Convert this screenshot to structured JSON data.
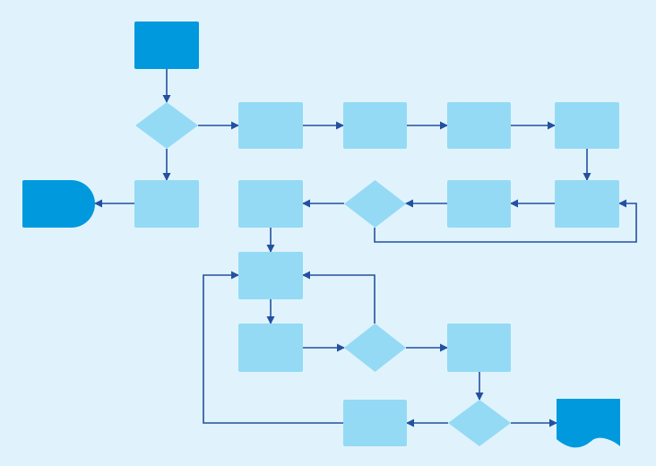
{
  "diagram": {
    "type": "flowchart",
    "colors": {
      "background": "#E0F3FC",
      "process_fill": "#94DAF5",
      "terminal_fill": "#0099DD",
      "connector": "#2350A0"
    },
    "nodes": [
      {
        "id": "start",
        "shape": "rectangle",
        "role": "terminal",
        "label": ""
      },
      {
        "id": "d1",
        "shape": "diamond",
        "role": "decision",
        "label": ""
      },
      {
        "id": "p1",
        "shape": "rectangle",
        "role": "process",
        "label": ""
      },
      {
        "id": "p2",
        "shape": "rectangle",
        "role": "process",
        "label": ""
      },
      {
        "id": "p3",
        "shape": "rectangle",
        "role": "process",
        "label": ""
      },
      {
        "id": "p4",
        "shape": "rectangle",
        "role": "process",
        "label": ""
      },
      {
        "id": "p5",
        "shape": "rectangle",
        "role": "process",
        "label": ""
      },
      {
        "id": "p6",
        "shape": "rectangle",
        "role": "process",
        "label": ""
      },
      {
        "id": "d2",
        "shape": "diamond",
        "role": "decision",
        "label": ""
      },
      {
        "id": "p7",
        "shape": "rectangle",
        "role": "process",
        "label": ""
      },
      {
        "id": "end_left",
        "shape": "delay",
        "role": "terminal",
        "label": ""
      },
      {
        "id": "p8",
        "shape": "rectangle",
        "role": "process",
        "label": ""
      },
      {
        "id": "p9",
        "shape": "rectangle",
        "role": "process",
        "label": ""
      },
      {
        "id": "p10",
        "shape": "rectangle",
        "role": "process",
        "label": ""
      },
      {
        "id": "d3",
        "shape": "diamond",
        "role": "decision",
        "label": ""
      },
      {
        "id": "p11",
        "shape": "rectangle",
        "role": "process",
        "label": ""
      },
      {
        "id": "d4",
        "shape": "diamond",
        "role": "decision",
        "label": ""
      },
      {
        "id": "p12",
        "shape": "rectangle",
        "role": "process",
        "label": ""
      },
      {
        "id": "doc_end",
        "shape": "document",
        "role": "terminal",
        "label": ""
      }
    ],
    "edges": [
      {
        "from": "start",
        "to": "d1"
      },
      {
        "from": "d1",
        "to": "p1"
      },
      {
        "from": "d1",
        "to": "p7"
      },
      {
        "from": "p7",
        "to": "end_left"
      },
      {
        "from": "p1",
        "to": "p2"
      },
      {
        "from": "p2",
        "to": "p3"
      },
      {
        "from": "p3",
        "to": "p4"
      },
      {
        "from": "p4",
        "to": "p5"
      },
      {
        "from": "p5",
        "to": "p6"
      },
      {
        "from": "p6",
        "to": "d2"
      },
      {
        "from": "d2",
        "to": "p8"
      },
      {
        "from": "d2",
        "to": "p5"
      },
      {
        "from": "p8",
        "to": "p9"
      },
      {
        "from": "p9",
        "to": "p10"
      },
      {
        "from": "p10",
        "to": "d3"
      },
      {
        "from": "d3",
        "to": "p9"
      },
      {
        "from": "d3",
        "to": "p11"
      },
      {
        "from": "p11",
        "to": "d4"
      },
      {
        "from": "d4",
        "to": "p12"
      },
      {
        "from": "d4",
        "to": "doc_end"
      },
      {
        "from": "p12",
        "to": "p9"
      }
    ]
  }
}
